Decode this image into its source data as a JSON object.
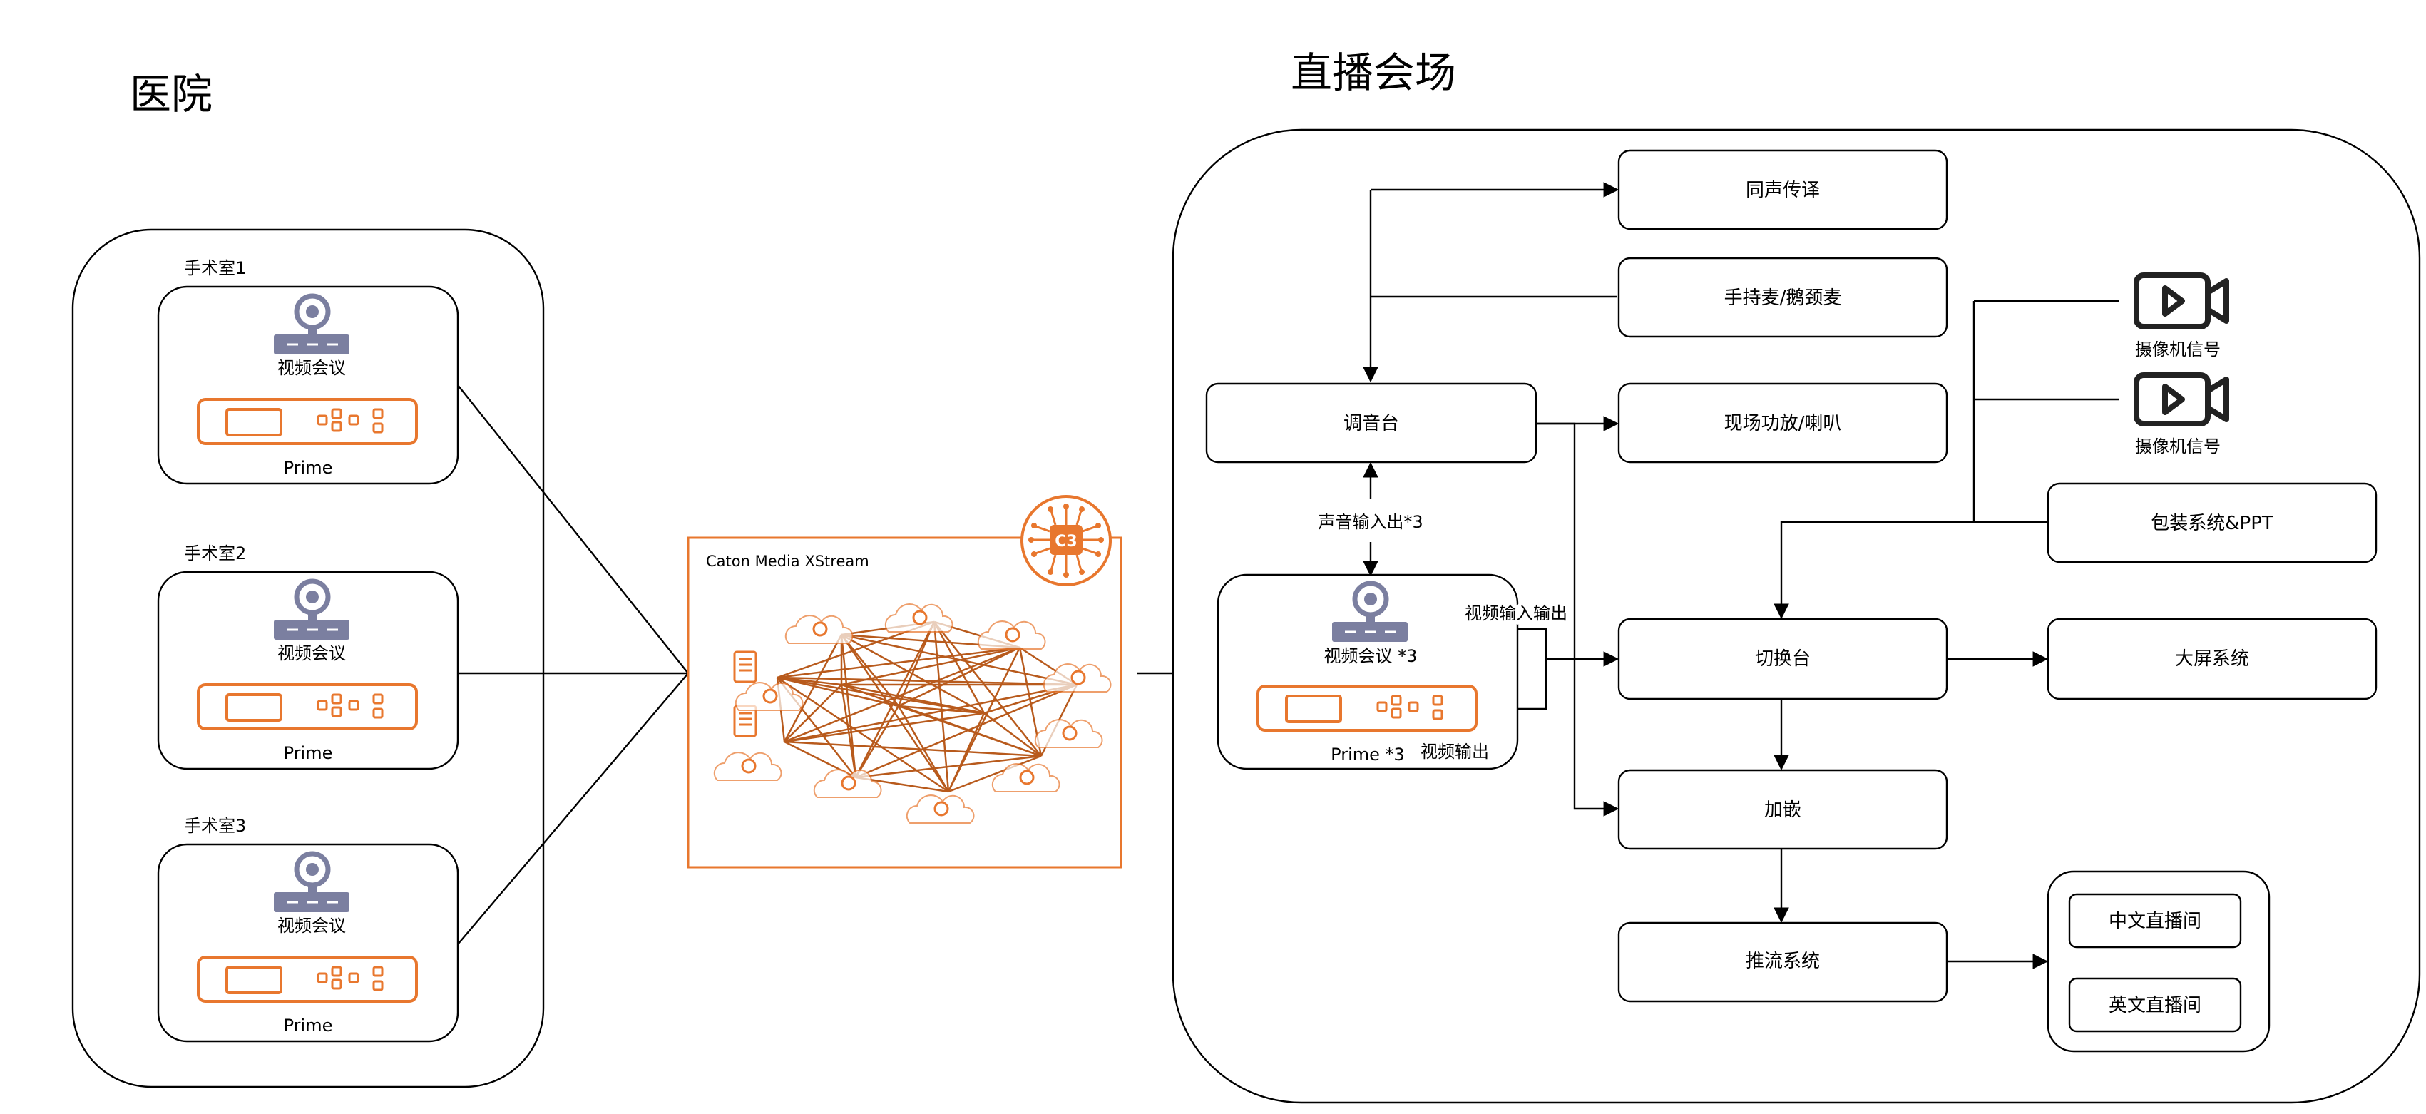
{
  "titles": {
    "hospital": "医院",
    "venue": "直播会场"
  },
  "rooms": [
    {
      "name": "手术室1",
      "video_label": "视频会议",
      "device_label": "Prime"
    },
    {
      "name": "手术室2",
      "video_label": "视频会议",
      "device_label": "Prime"
    },
    {
      "name": "手术室3",
      "video_label": "视频会议",
      "device_label": "Prime"
    }
  ],
  "network": {
    "title": "Caton Media XStream",
    "badge": "C3"
  },
  "venue_unit": {
    "video_label": "视频会议 *3",
    "device_label": "Prime *3",
    "video_io": "视频输入输出",
    "video_out": "视频输出",
    "audio_io": "声音输入出*3"
  },
  "boxes": {
    "simultaneous": "同声传译",
    "mic": "手持麦/鹅颈麦",
    "mixer": "调音台",
    "pa": "现场功放/喇叭",
    "switcher": "切换台",
    "bigscreen": "大屏系统",
    "graphics": "包装系统&PPT",
    "encoder": "加嵌",
    "streaming": "推流系统",
    "cn_room": "中文直播间",
    "en_room": "英文直播间"
  },
  "cameras": [
    {
      "label": "摄像机信号"
    },
    {
      "label": "摄像机信号"
    }
  ],
  "colors": {
    "accent": "#e8772e",
    "device_gray": "#7b7fa0",
    "line": "#000000"
  }
}
